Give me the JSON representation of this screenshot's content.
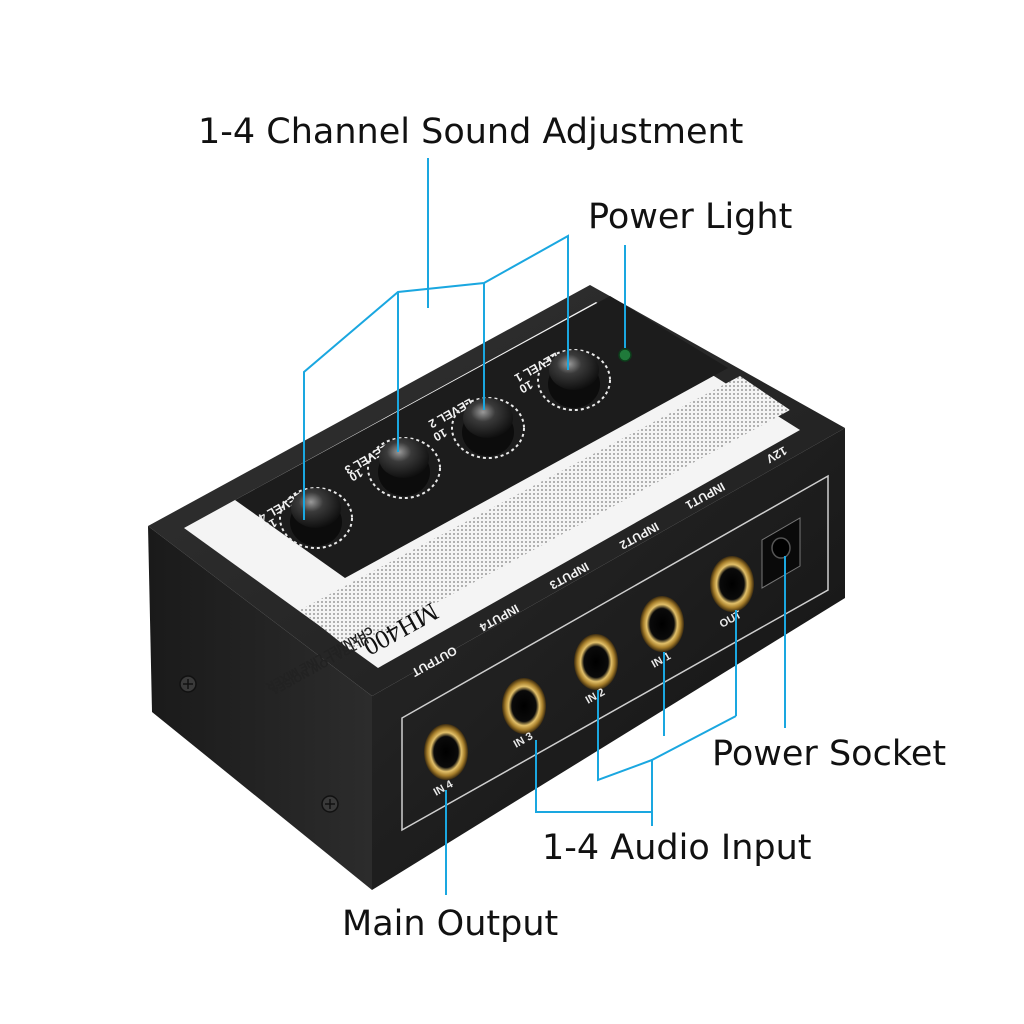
{
  "callouts": {
    "channel_adjust": "1-4 Channel Sound Adjustment",
    "power_light": "Power Light",
    "power_socket": "Power Socket",
    "audio_input": "1-4 Audio Input",
    "main_output": "Main Output"
  },
  "device": {
    "model": "MH400",
    "subtitle_line1": "ULTRA LOW NOISE4",
    "subtitle_line2": "CHANNEL LINE MIXER",
    "levels": [
      "LEVEL 1",
      "LEVEL 2",
      "LEVEL 3",
      "LEVEL 4"
    ],
    "knob_max": "10",
    "power_label": "12V",
    "top_inputs": [
      "INPUT1",
      "INPUT2",
      "INPUT3",
      "INPUT4"
    ],
    "output_label": "OUTPUT",
    "jacks": [
      "OUT",
      "IN 1",
      "IN 2",
      "IN 3",
      "IN 4"
    ]
  },
  "colors": {
    "leader": "#1aa7e0",
    "body": "#1c1c1c",
    "panel": "#f4f4f4",
    "jack_ring": "#c9a24a",
    "led": "#1f7a3a"
  }
}
